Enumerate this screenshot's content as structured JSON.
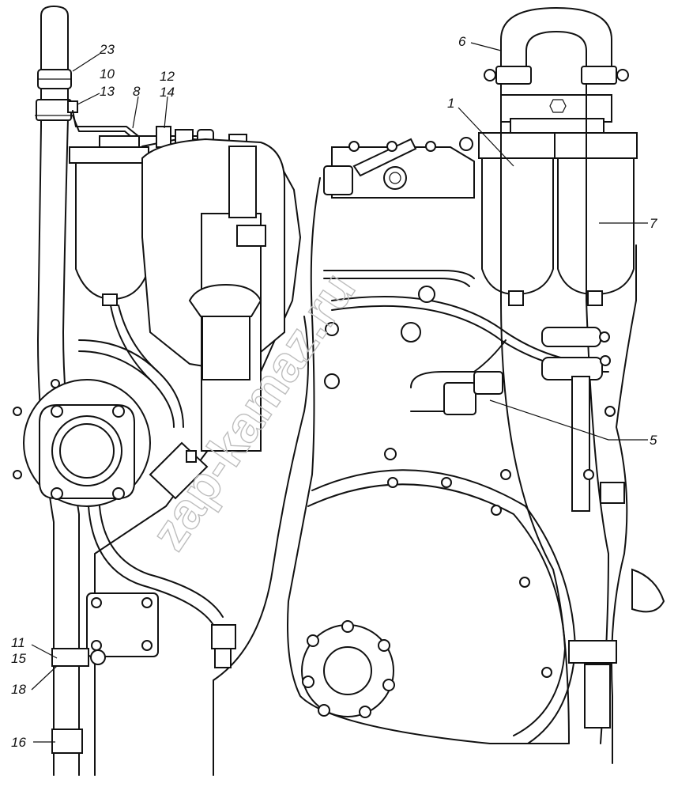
{
  "diagram": {
    "callouts": [
      "23",
      "10",
      "13",
      "8",
      "12",
      "14",
      "6",
      "1",
      "7",
      "5",
      "11",
      "15",
      "18",
      "16"
    ],
    "watermark": "zap-kamaz.ru"
  }
}
